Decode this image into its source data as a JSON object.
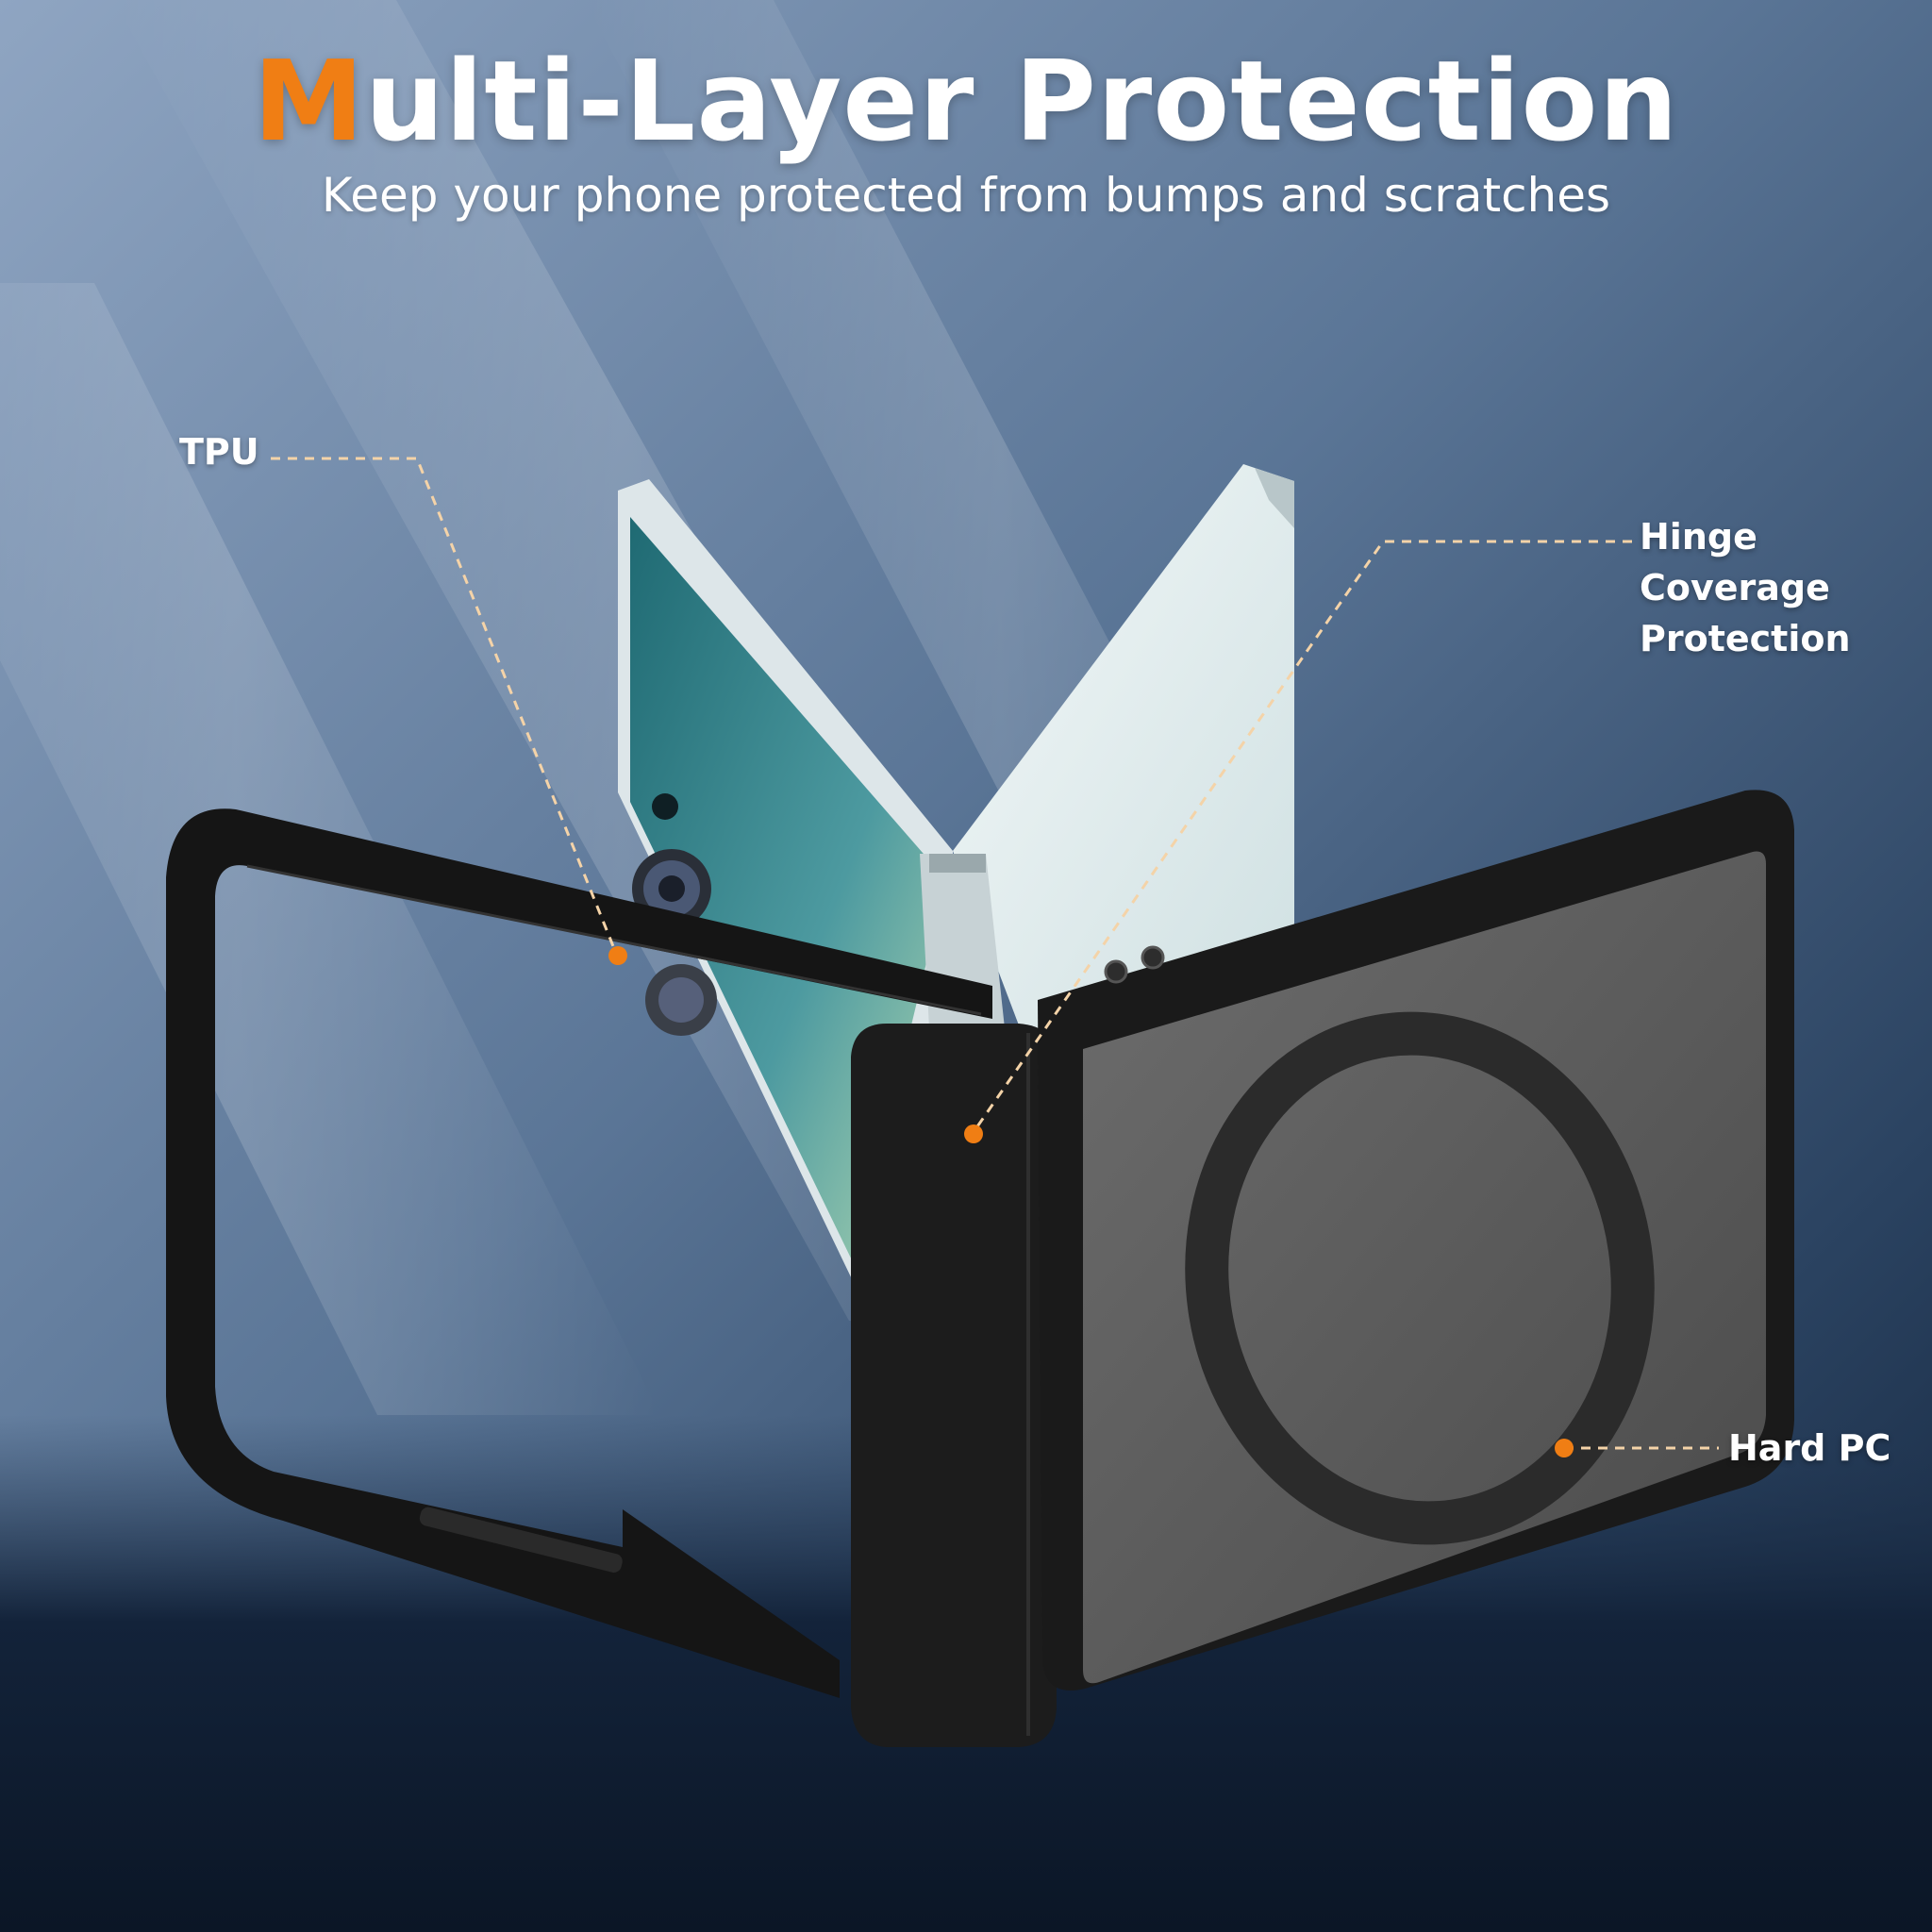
{
  "title": {
    "accent_letter": "M",
    "rest": "ulti-Layer Protection"
  },
  "subtitle": "Keep your phone protected from bumps and scratches",
  "callouts": {
    "tpu": "TPU",
    "hinge": {
      "line1": "Hinge Coverage",
      "line2": "Protection"
    },
    "hard_pc": "Hard PC"
  },
  "colors": {
    "accent": "#f07e14",
    "background": "#2f4a6a",
    "case": "#1a1a1a",
    "phone_frame": "#dfe7ea",
    "screen": "#2e7f86"
  }
}
